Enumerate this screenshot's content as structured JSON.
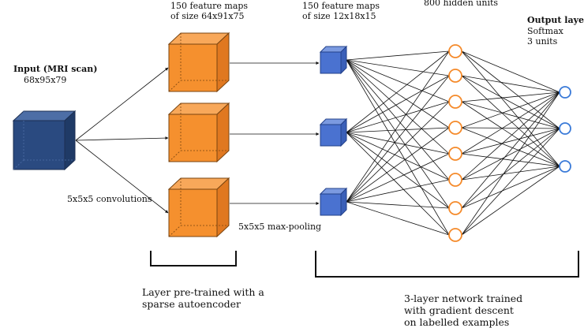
{
  "input": {
    "title": "Input (MRI scan)",
    "size": "68x95x79"
  },
  "conv_maps": {
    "line1": "150 feature maps",
    "line2": "of size 64x91x75"
  },
  "conv_label": "5x5x5 convolutions",
  "pool_maps": {
    "line1": "150 feature maps",
    "line2": "of size 12x18x15"
  },
  "pool_label": "5x5x5 max-pooling",
  "hidden_label": "800 hidden units",
  "output": {
    "title": "Output layer",
    "line1": "Softmax",
    "line2": "3  units"
  },
  "bracket_left_caption": {
    "line1": "Layer pre-trained with a",
    "line2": "sparse autoencoder"
  },
  "bracket_right_caption": {
    "line1": "3-layer network trained",
    "line2": "with gradient descent",
    "line3": "on labelled examples"
  },
  "colors": {
    "input_cube": "#2a4a80",
    "conv_cube": "#f5902e",
    "pool_cube": "#4a72d0",
    "hidden_node": "#f58a2a",
    "output_node": "#3a7ad8",
    "edge": "#111111"
  }
}
